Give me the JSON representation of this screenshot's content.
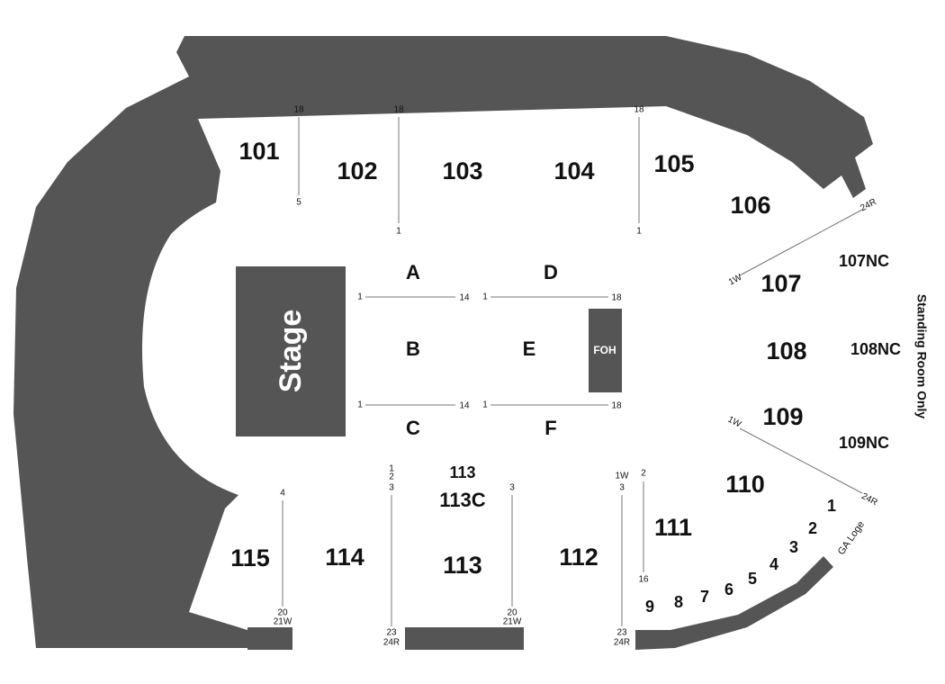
{
  "colors": {
    "wall": "#555555",
    "text": "#111111",
    "background": "#ffffff"
  },
  "stage": {
    "label": "Stage"
  },
  "foh": {
    "label": "FOH"
  },
  "standing_room": {
    "label": "Standing Room Only"
  },
  "ga_loge": {
    "label": "GA Loge"
  },
  "sections": {
    "s101": "101",
    "s102": "102",
    "s103": "103",
    "s104": "104",
    "s105": "105",
    "s106": "106",
    "s107": "107",
    "s108": "108",
    "s109": "109",
    "s110": "110",
    "s111": "111",
    "s112": "112",
    "s113": "113",
    "s113top": "113",
    "s113c": "113C",
    "s114": "114",
    "s115": "115",
    "s107nc": "107NC",
    "s108nc": "108NC",
    "s109nc": "109NC"
  },
  "floor": {
    "A": "A",
    "B": "B",
    "C": "C",
    "D": "D",
    "E": "E",
    "F": "F"
  },
  "loge": [
    "1",
    "2",
    "3",
    "4",
    "5",
    "6",
    "7",
    "8",
    "9"
  ],
  "rows": {
    "r101_top": "18",
    "r101_bot": "5",
    "r102_top": "18",
    "r102_bot": "1",
    "r105_top": "18",
    "r105_bot": "1",
    "r106_24r": "24R",
    "r107_1w": "1W",
    "r109_1w": "1W",
    "r110_24r": "24R",
    "ab_left": "1",
    "ab_right": "14",
    "de_left": "1",
    "de_right": "18",
    "bc_left": "1",
    "bc_right": "14",
    "ef_left": "1",
    "ef_right": "18",
    "r115_top": "4",
    "r115_b1": "20",
    "r115_b2": "21W",
    "r114_t1": "1",
    "r114_t2": "2",
    "r114_t3": "3",
    "r114_b1": "23",
    "r114_b2": "24R",
    "r113_top": "3",
    "r113_b1": "20",
    "r113_b2": "21W",
    "r112_t1": "1W",
    "r112_t2": "3",
    "r112_b1": "23",
    "r112_b2": "24R",
    "r111_top": "2",
    "r111_bot": "16"
  }
}
